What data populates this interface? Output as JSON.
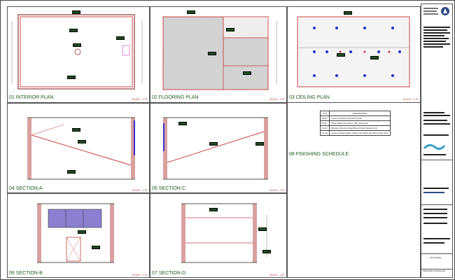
{
  "panels": {
    "p1": {
      "title": "01 INTERIOR PLAN",
      "scale": "SCALE : 1:75"
    },
    "p2": {
      "title": "02 FLOORING PLAN",
      "scale": "SCALE : 1:75"
    },
    "p3": {
      "title": "03 CEILING PLAN",
      "scale": "SCALE : 1:75"
    },
    "p4": {
      "title": "04 SECTION-A",
      "scale": "SCALE : 1:75"
    },
    "p5": {
      "title": "05 SECTION-C",
      "scale": "SCALE : 1:75"
    },
    "p6": {
      "title": "06 SECTION-B",
      "scale": "SCALE : 1:75"
    },
    "p7": {
      "title": "07 SECTION-D",
      "scale": "SCALE : 1:75"
    },
    "p8": {
      "title": "08 FINISHING SCHEDULE"
    }
  },
  "schedule": {
    "headers": [
      "TAG",
      "DESCRIPTION"
    ],
    "rows": [
      [
        "W-01",
        "Gypsum Plaster with Paint Finish"
      ],
      [
        "W-02",
        "Three Wall Color Glass, with Vinode Fin"
      ],
      [
        "FL-01",
        "Wooden Flooring (Sea Brown Finish (Sauce Fin))"
      ],
      [
        "CL-01",
        "Gypsum Board False ceiling with Plastic Emulsion paint finish"
      ]
    ]
  },
  "title_block": {
    "scale_label": "AS SHOWN",
    "footer": "DESIGNING CONSULTANT"
  }
}
